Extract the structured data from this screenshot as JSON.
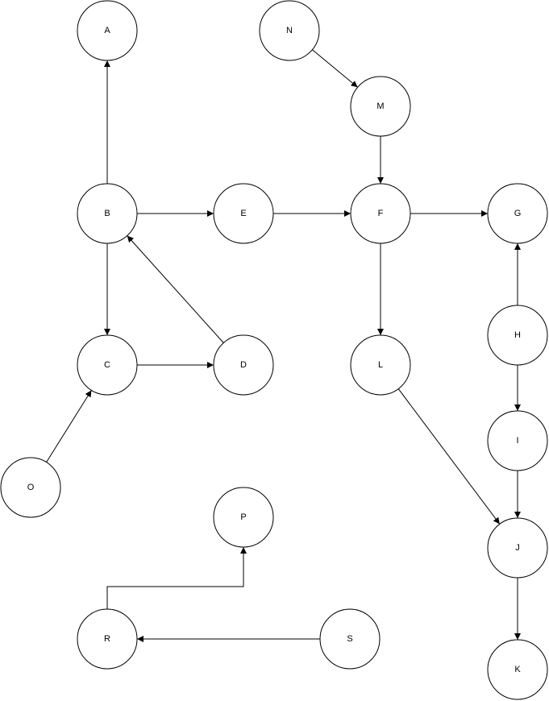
{
  "diagram": {
    "nodes": [
      {
        "id": "A",
        "label": "A"
      },
      {
        "id": "B",
        "label": "B"
      },
      {
        "id": "C",
        "label": "C"
      },
      {
        "id": "D",
        "label": "D"
      },
      {
        "id": "E",
        "label": "E"
      },
      {
        "id": "F",
        "label": "F"
      },
      {
        "id": "G",
        "label": "G"
      },
      {
        "id": "H",
        "label": "H"
      },
      {
        "id": "I",
        "label": "I"
      },
      {
        "id": "J",
        "label": "J"
      },
      {
        "id": "K",
        "label": "K"
      },
      {
        "id": "L",
        "label": "L"
      },
      {
        "id": "M",
        "label": "M"
      },
      {
        "id": "N",
        "label": "N"
      },
      {
        "id": "O",
        "label": "O"
      },
      {
        "id": "P",
        "label": "P"
      },
      {
        "id": "R",
        "label": "R"
      },
      {
        "id": "S",
        "label": "S"
      }
    ],
    "edges": [
      {
        "from": "B",
        "to": "A"
      },
      {
        "from": "B",
        "to": "E"
      },
      {
        "from": "B",
        "to": "C"
      },
      {
        "from": "C",
        "to": "D"
      },
      {
        "from": "D",
        "to": "B"
      },
      {
        "from": "O",
        "to": "C"
      },
      {
        "from": "E",
        "to": "F"
      },
      {
        "from": "N",
        "to": "M"
      },
      {
        "from": "M",
        "to": "F"
      },
      {
        "from": "F",
        "to": "G"
      },
      {
        "from": "F",
        "to": "L"
      },
      {
        "from": "L",
        "to": "J"
      },
      {
        "from": "H",
        "to": "G"
      },
      {
        "from": "H",
        "to": "I"
      },
      {
        "from": "I",
        "to": "J"
      },
      {
        "from": "J",
        "to": "K"
      },
      {
        "from": "R",
        "to": "P"
      },
      {
        "from": "S",
        "to": "R"
      }
    ]
  }
}
